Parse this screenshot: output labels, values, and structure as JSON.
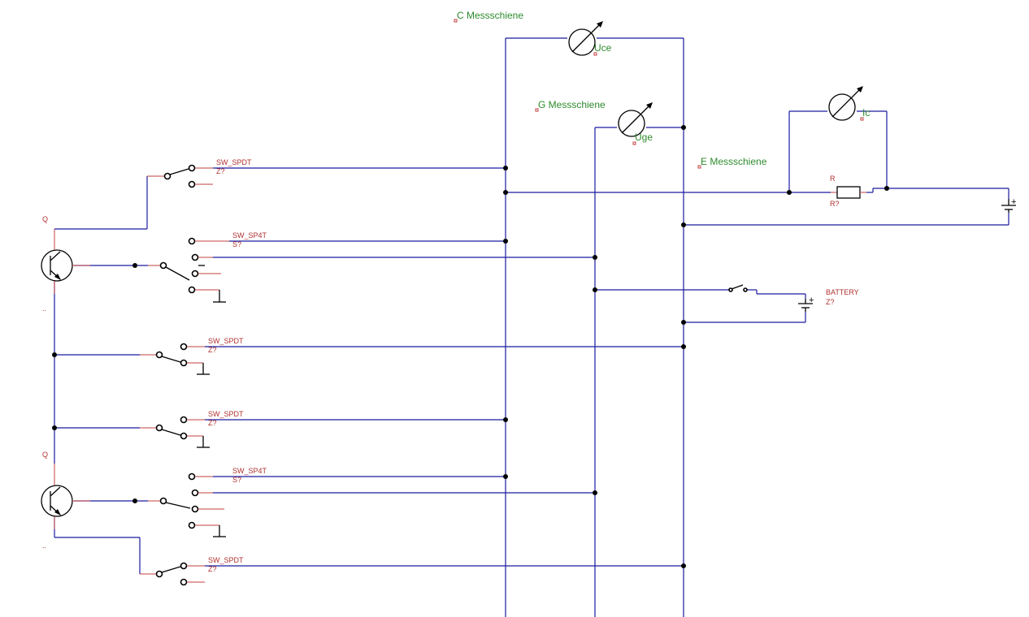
{
  "nets": {
    "c_bus": "C Messschiene",
    "g_bus": "G Messschiene",
    "e_bus": "E Messschiene"
  },
  "meters": {
    "uce": "Uce",
    "uge": "Uge",
    "ic": "Ic"
  },
  "transistors": {
    "q1_ref": "Q",
    "q1_value": "..",
    "q2_ref": "Q",
    "q2_value": ".."
  },
  "switches": {
    "s1_name": "SW_SPDT",
    "s1_ref": "Z?",
    "s2_name": "SW_SP4T",
    "s2_ref": "S?",
    "s3_name": "SW_SPDT",
    "s3_ref": "Z?",
    "s4_name": "SW_SPDT",
    "s4_ref": "Z?",
    "s5_name": "SW_SP4T",
    "s5_ref": "S?",
    "s6_name": "SW_SPDT",
    "s6_ref": "Z?"
  },
  "resistor": {
    "name": "R",
    "ref": "R?"
  },
  "battery": {
    "name": "BATTERY",
    "ref": "Z?",
    "plus": "+"
  },
  "battery2": {
    "plus": "+"
  },
  "colors": {
    "wire": "#1a1aa0",
    "net_label": "#2e8b2e",
    "component_label": "#b03030",
    "symbol": "#000000"
  }
}
